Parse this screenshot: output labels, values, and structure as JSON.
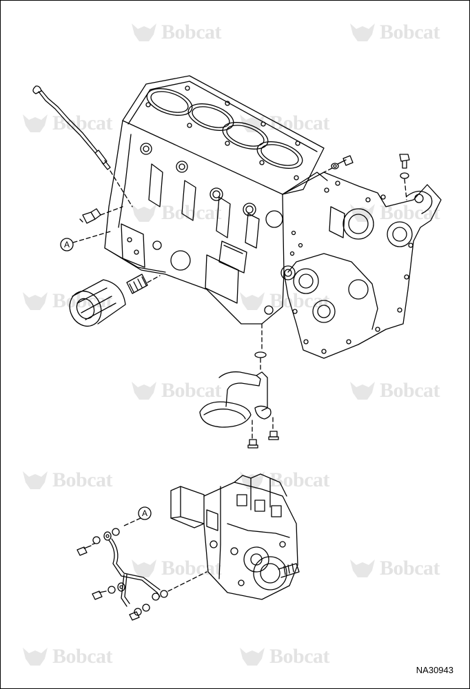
{
  "watermark": {
    "text": "Bobcat",
    "mark": "Bobcat",
    "color": "#e3e3e3"
  },
  "callouts": {
    "upper": "A",
    "lower": "A"
  },
  "drawing_id": "NA30943",
  "icons": {
    "watermark_logo": "bobcat-head-icon"
  },
  "colors": {
    "line": "#000000",
    "background": "#ffffff"
  }
}
